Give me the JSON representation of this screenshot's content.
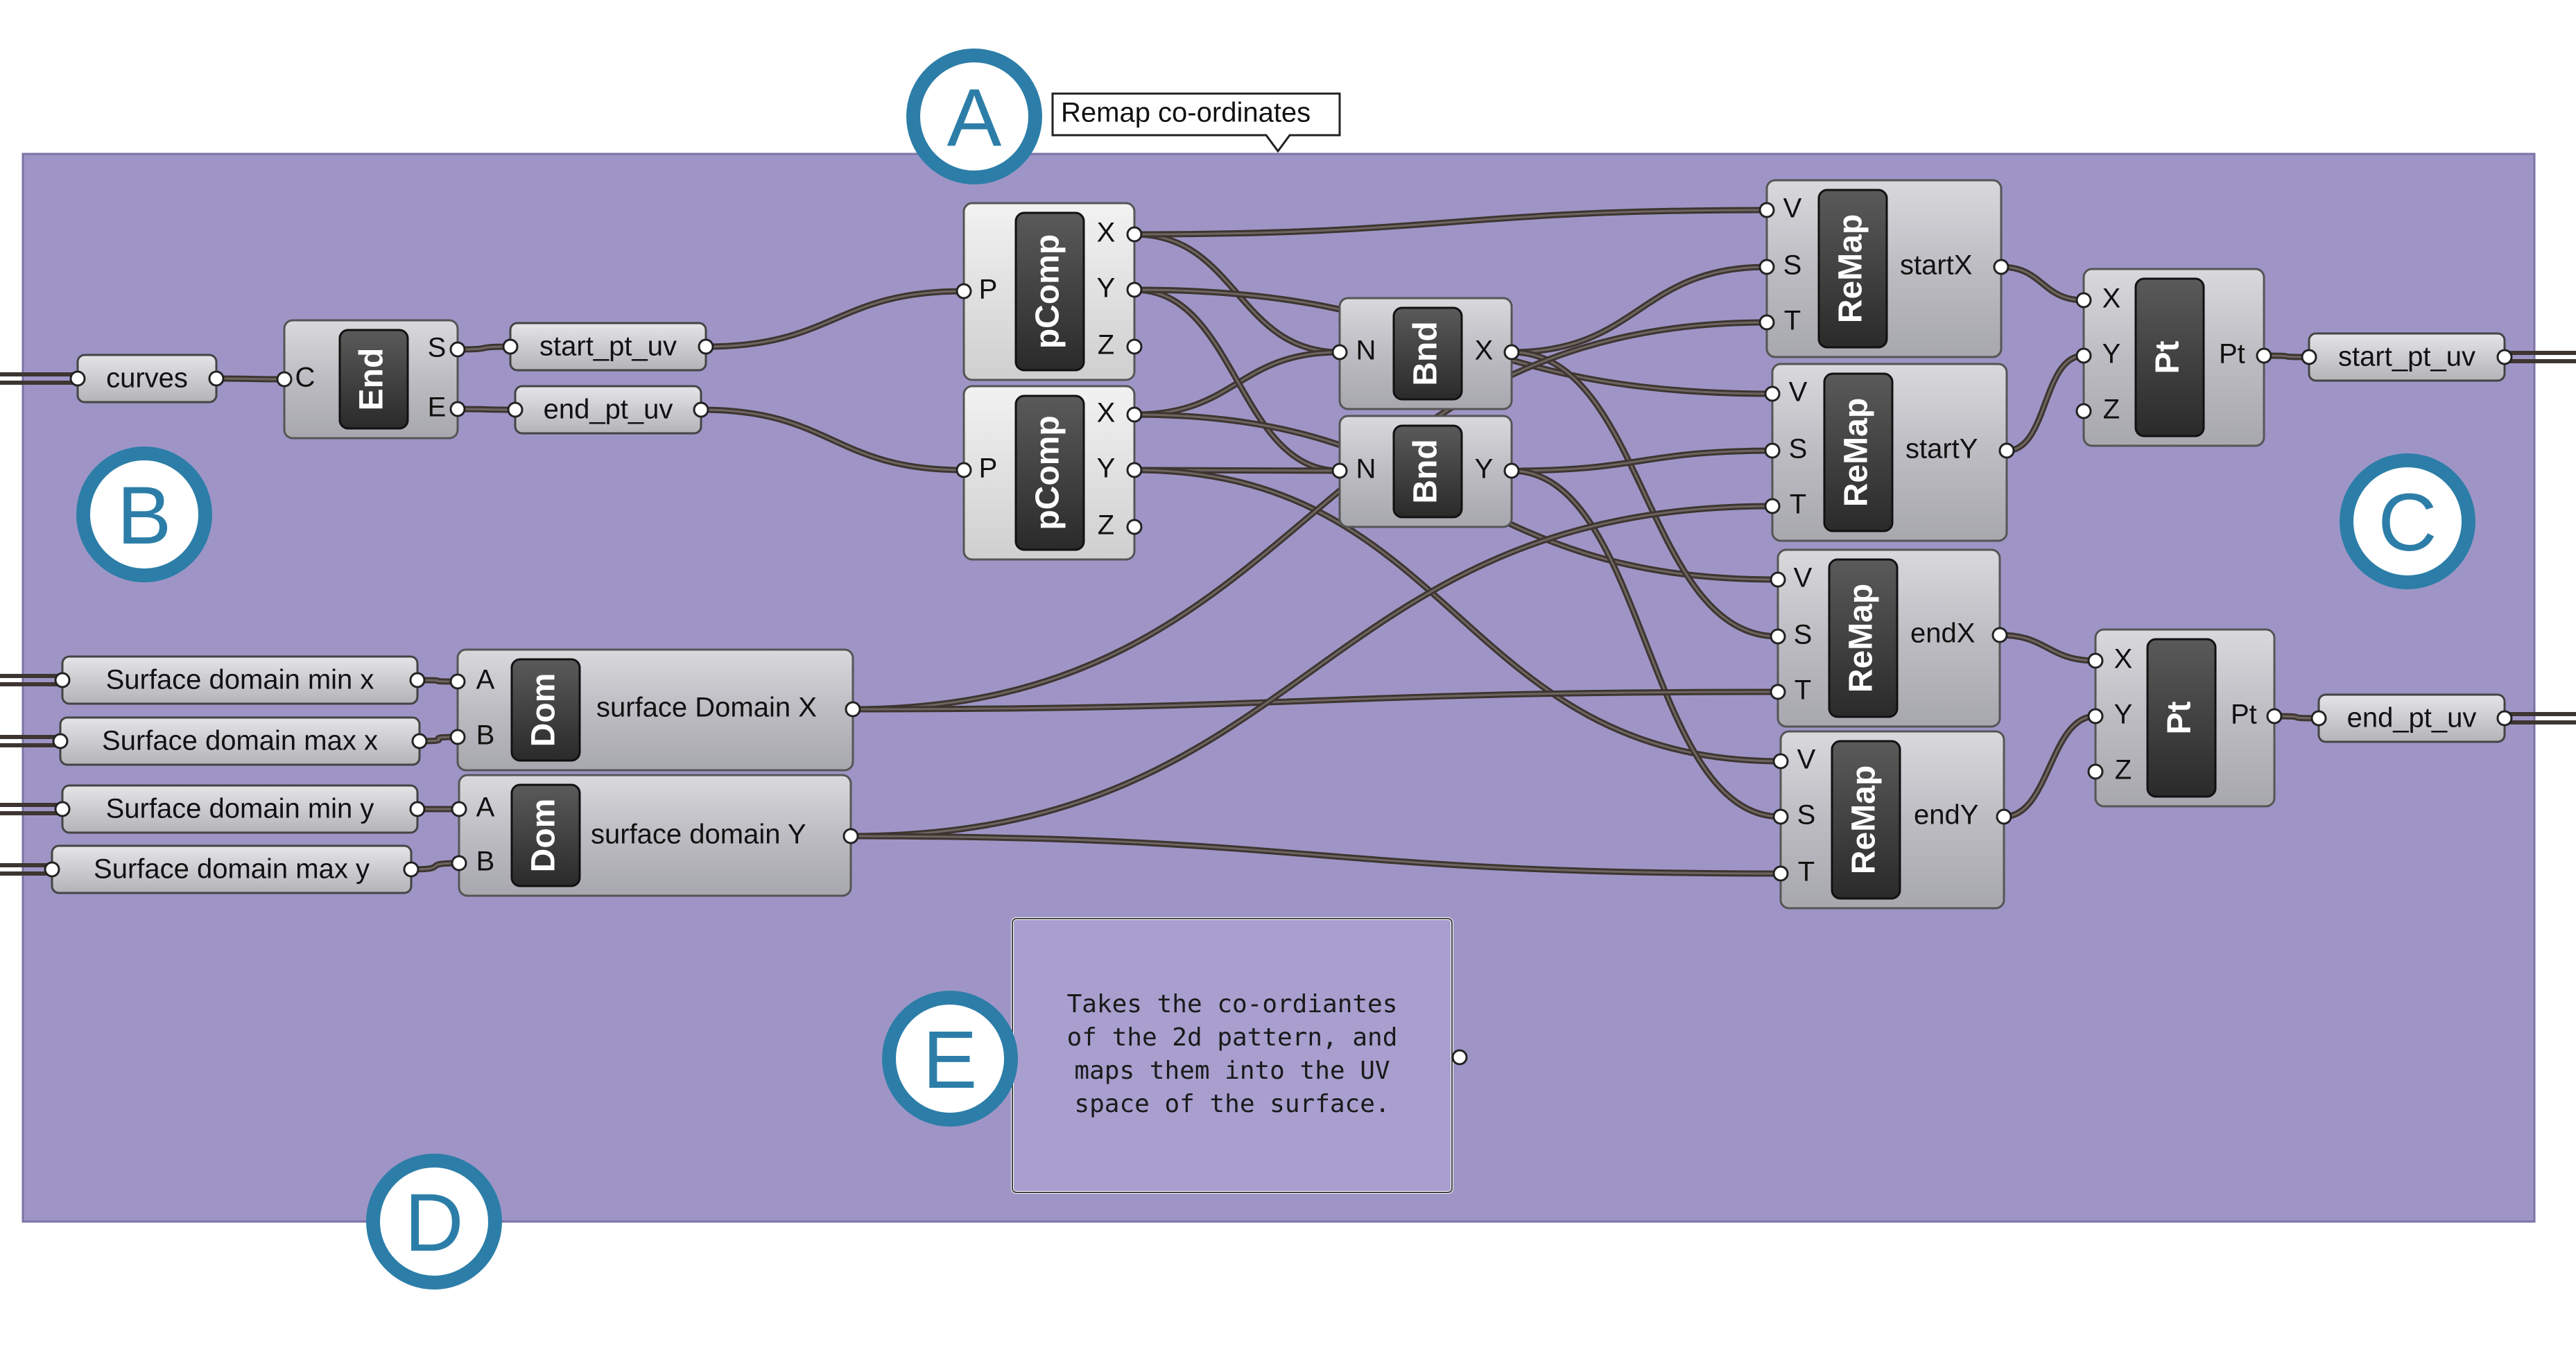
{
  "group": {
    "tooltip": "Remap co-ordinates"
  },
  "markers": {
    "a": "A",
    "b": "B",
    "c": "C",
    "d": "D",
    "e": "E"
  },
  "panels": {
    "curves": "curves",
    "start_pt_uv_1": "start_pt_uv",
    "end_pt_uv_1": "end_pt_uv",
    "surface_min_x": "Surface domain min x",
    "surface_max_x": "Surface domain max x",
    "surface_min_y": "Surface domain min y",
    "surface_max_y": "Surface domain max y",
    "start_pt_uv_2": "start_pt_uv",
    "end_pt_uv_2": "end_pt_uv"
  },
  "components": {
    "end": {
      "nick": "End",
      "inputs": [
        "C"
      ],
      "outputs": [
        "S",
        "E"
      ]
    },
    "pcomp1": {
      "nick": "pComp",
      "inputs": [
        "P"
      ],
      "outputs": [
        "X",
        "Y",
        "Z"
      ]
    },
    "pcomp2": {
      "nick": "pComp",
      "inputs": [
        "P"
      ],
      "outputs": [
        "X",
        "Y",
        "Z"
      ]
    },
    "bnd1": {
      "nick": "Bnd",
      "inputs": [
        "N"
      ],
      "outputs": [
        "X"
      ]
    },
    "bnd2": {
      "nick": "Bnd",
      "inputs": [
        "N"
      ],
      "outputs": [
        "Y"
      ]
    },
    "dom1": {
      "nick": "Dom",
      "inputs": [
        "A",
        "B"
      ],
      "outputs": [
        "surface Domain X"
      ]
    },
    "dom2": {
      "nick": "Dom",
      "inputs": [
        "A",
        "B"
      ],
      "outputs": [
        "surface domain Y"
      ]
    },
    "remap1": {
      "nick": "ReMap",
      "inputs": [
        "V",
        "S",
        "T"
      ],
      "outputs": [
        "startX"
      ]
    },
    "remap2": {
      "nick": "ReMap",
      "inputs": [
        "V",
        "S",
        "T"
      ],
      "outputs": [
        "startY"
      ]
    },
    "remap3": {
      "nick": "ReMap",
      "inputs": [
        "V",
        "S",
        "T"
      ],
      "outputs": [
        "endX"
      ]
    },
    "remap4": {
      "nick": "ReMap",
      "inputs": [
        "V",
        "S",
        "T"
      ],
      "outputs": [
        "endY"
      ]
    },
    "pt1": {
      "nick": "Pt",
      "inputs": [
        "X",
        "Y",
        "Z"
      ],
      "outputs": [
        "Pt"
      ]
    },
    "pt2": {
      "nick": "Pt",
      "inputs": [
        "X",
        "Y",
        "Z"
      ],
      "outputs": [
        "Pt"
      ]
    }
  },
  "note": {
    "lines": [
      "Takes the co-ordiantes",
      "of the 2d pattern, and",
      "maps them into the UV",
      "space of the surface."
    ]
  }
}
